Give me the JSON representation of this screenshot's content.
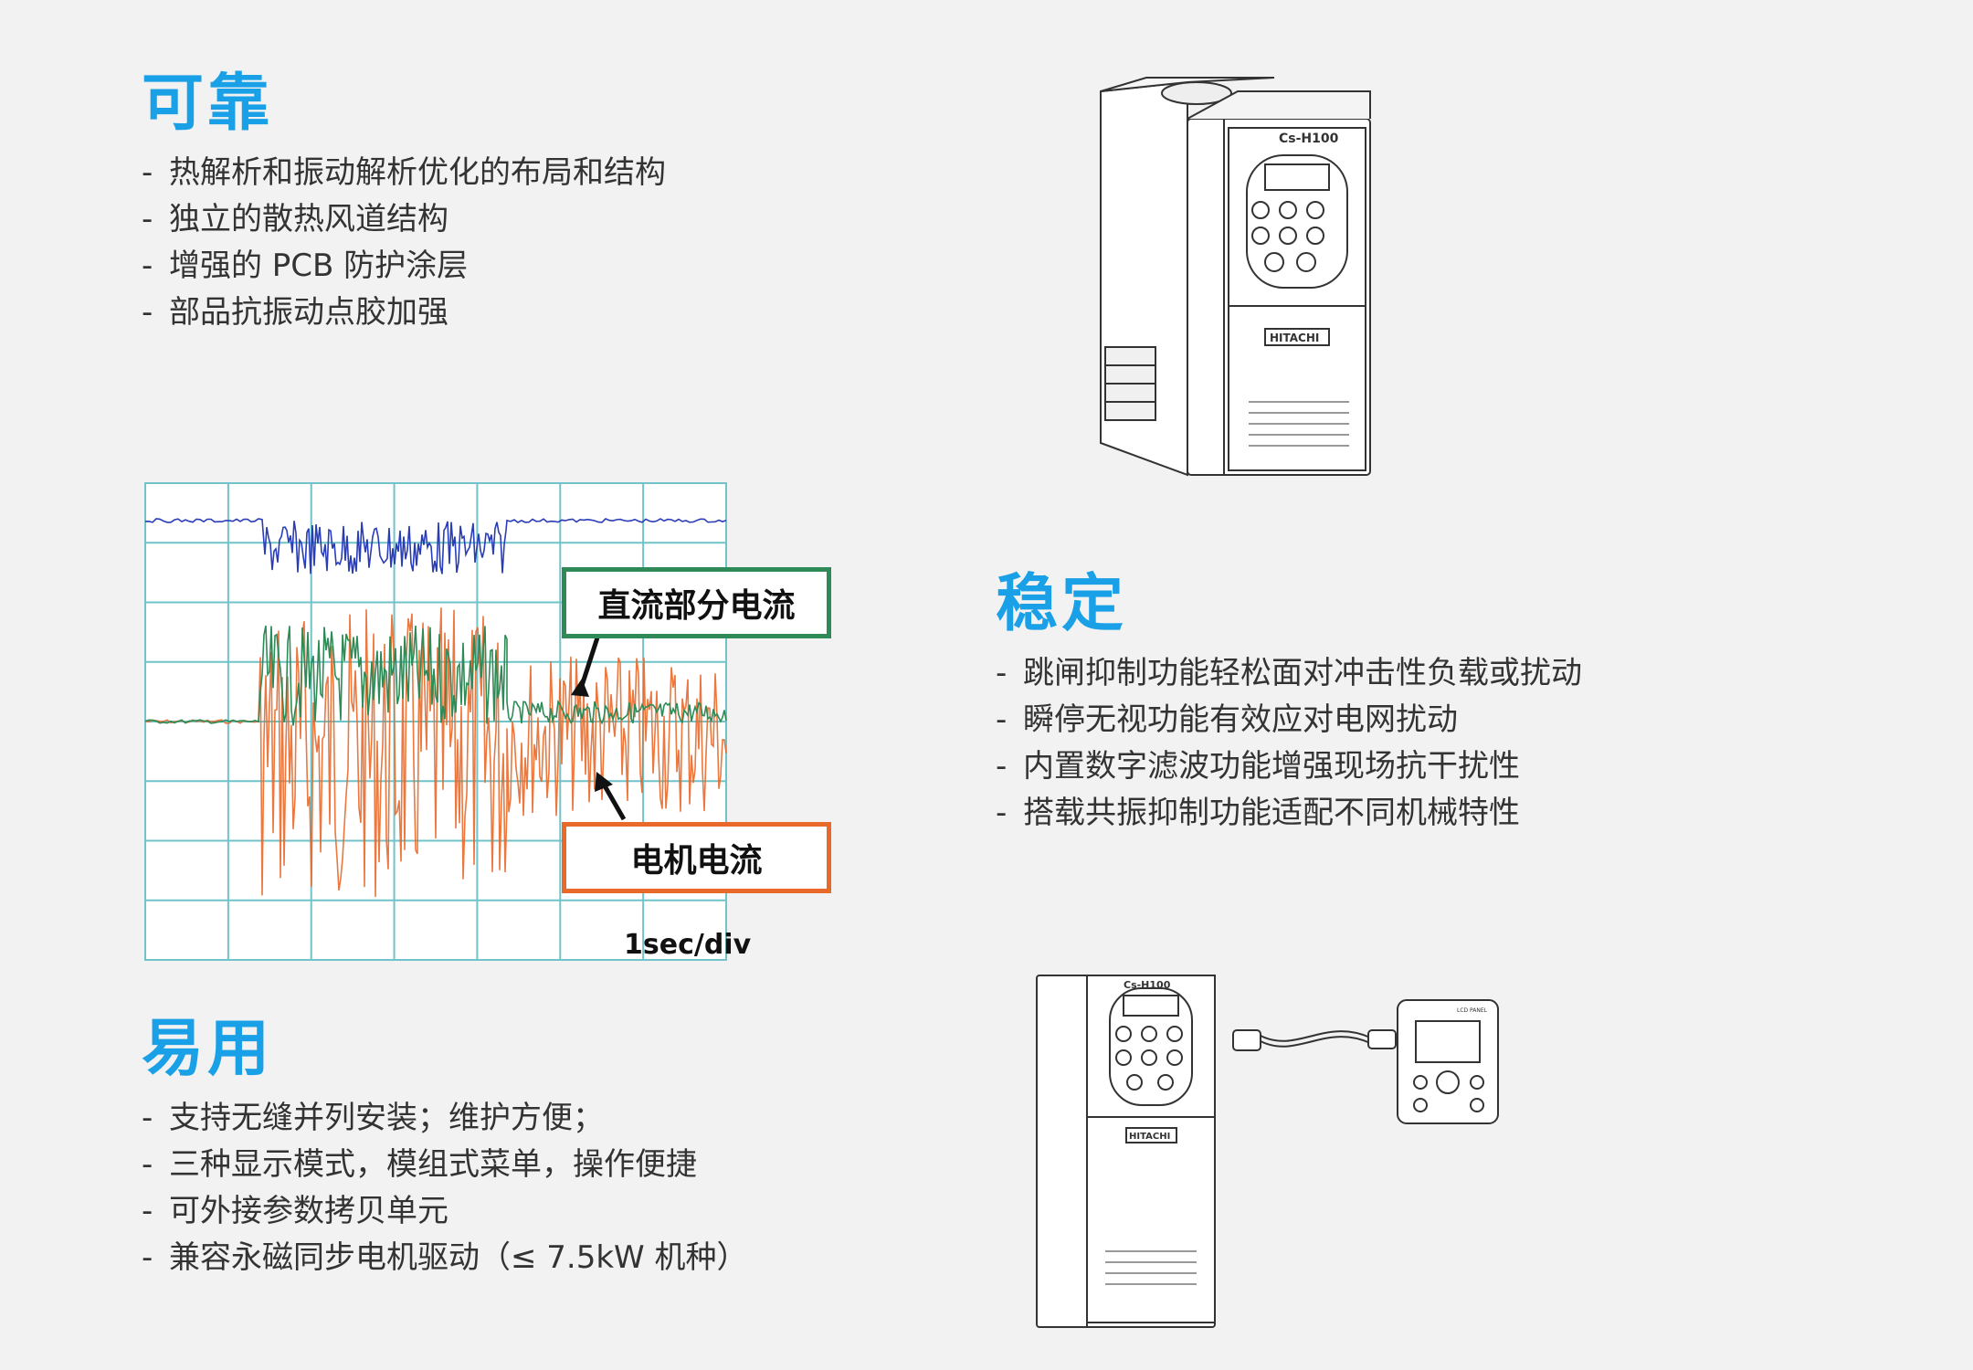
{
  "reliable": {
    "title": "可靠",
    "items": [
      "热解析和振动解析优化的布局和结构",
      "独立的散热风道结构",
      "增强的 PCB 防护涂层",
      "部品抗振动点胶加强"
    ]
  },
  "stable": {
    "title": "稳定",
    "items": [
      "跳闸抑制功能轻松面对冲击性负载或扰动",
      "瞬停无视功能有效应对电网扰动",
      "内置数字滤波功能增强现场抗干扰性",
      "搭载共振抑制功能适配不同机械特性"
    ]
  },
  "easy": {
    "title": "易用",
    "items": [
      "支持无缝并列安装；维护方便；",
      "三种显示模式，模组式菜单，操作便捷",
      "可外接参数拷贝单元",
      "兼容永磁同步电机驱动（≤ 7.5kW 机种）"
    ]
  },
  "scope": {
    "dc_label": "直流部分电流",
    "motor_label": "电机电流",
    "scale": "1sec/div",
    "colors": {
      "dc": "#2e8b57",
      "motor": "#e8692a",
      "blue": "#2a3db8",
      "grid": "#6fc3c9"
    }
  },
  "product_top": {
    "model": "Cs-H100",
    "brand": "HITACHI"
  },
  "product_bottom": {
    "model": "Cs-H100",
    "brand": "HITACHI",
    "panel_label": "LCD PANEL"
  },
  "dash": "-"
}
